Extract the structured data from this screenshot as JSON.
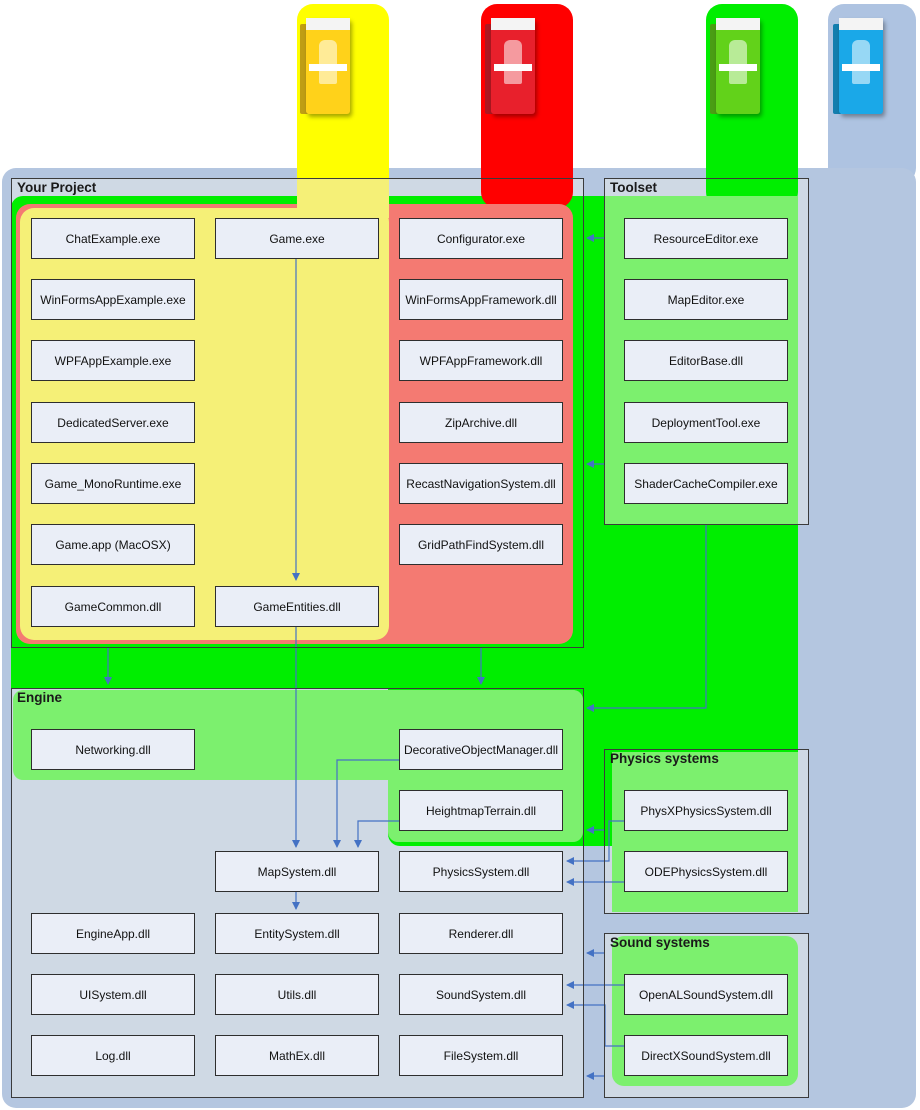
{
  "colors": {
    "canvas": "#b4c6e0",
    "non_commercial": "#ffff00",
    "indie": "#ff0000",
    "commercial": "#00ee00",
    "source": "#aec3e1",
    "group_fill": "#cfd9e4",
    "engine_green": "#7cf06e",
    "yellow_zone": "#f5f077",
    "red_zone": "#f47a72",
    "node_fill": "#eaeef7",
    "arrow": "#4472c4"
  },
  "icons": [
    {
      "name": "non-commercial-sdk-box-icon",
      "color": "#ffd21a"
    },
    {
      "name": "indie-sdk-box-icon",
      "color": "#e8202c"
    },
    {
      "name": "commercial-sdk-box-icon",
      "color": "#62d21a"
    },
    {
      "name": "source-sdk-box-icon",
      "color": "#1aa8e8"
    }
  ],
  "groups": {
    "your_project": "Your Project",
    "toolset": "Toolset",
    "engine": "Engine",
    "physics": "Physics systems",
    "sound": "Sound systems"
  },
  "nodes": {
    "chat_example": "ChatExample.exe",
    "game_exe": "Game.exe",
    "configurator": "Configurator.exe",
    "resource_editor": "ResourceEditor.exe",
    "winforms_example": "WinFormsAppExample.exe",
    "winforms_framework": "WinFormsAppFramework.dll",
    "map_editor": "MapEditor.exe",
    "wpf_example": "WPFAppExample.exe",
    "wpf_framework": "WPFAppFramework.dll",
    "editor_base": "EditorBase.dll",
    "dedicated_server": "DedicatedServer.exe",
    "zip_archive": "ZipArchive.dll",
    "deployment_tool": "DeploymentTool.exe",
    "game_mono": "Game_MonoRuntime.exe",
    "recast": "RecastNavigationSystem.dll",
    "shader_cache": "ShaderCacheCompiler.exe",
    "game_app": "Game.app (MacOSX)",
    "grid_path": "GridPathFindSystem.dll",
    "game_common": "GameCommon.dll",
    "game_entities": "GameEntities.dll",
    "networking": "Networking.dll",
    "decorative": "DecorativeObjectManager.dll",
    "physx": "PhysXPhysicsSystem.dll",
    "heightmap": "HeightmapTerrain.dll",
    "map_system": "MapSystem.dll",
    "physics_system": "PhysicsSystem.dll",
    "ode": "ODEPhysicsSystem.dll",
    "engine_app": "EngineApp.dll",
    "entity_system": "EntitySystem.dll",
    "renderer": "Renderer.dll",
    "ui_system": "UISystem.dll",
    "utils": "Utils.dll",
    "sound_system": "SoundSystem.dll",
    "openal": "OpenALSoundSystem.dll",
    "log": "Log.dll",
    "mathex": "MathEx.dll",
    "file_system": "FileSystem.dll",
    "directx_sound": "DirectXSoundSystem.dll"
  }
}
